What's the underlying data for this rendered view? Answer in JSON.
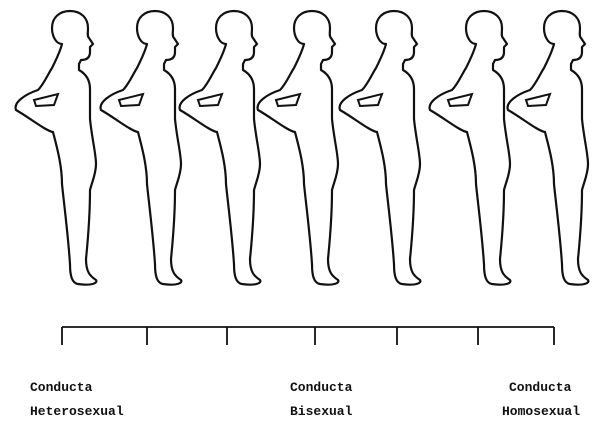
{
  "diagram": {
    "figures": [
      {
        "level": 0
      },
      {
        "level": 1
      },
      {
        "level": 2
      },
      {
        "level": 3
      },
      {
        "level": 4
      },
      {
        "level": 5
      },
      {
        "level": 6
      }
    ],
    "colors": {
      "ink": "#111111",
      "fill": "#ffffff"
    }
  },
  "labels": {
    "heterosexual": {
      "line1": "Conducta",
      "line2": "Heterosexual"
    },
    "bisexual": {
      "line1": "Conducta",
      "line2": "Bisexual"
    },
    "homosexual": {
      "line1": "Conducta",
      "line2": "Homosexual"
    }
  }
}
